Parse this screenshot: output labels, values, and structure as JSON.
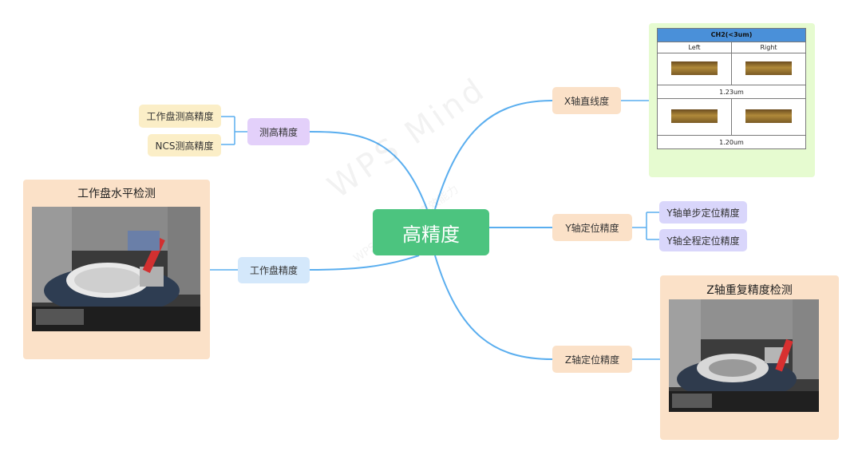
{
  "root": {
    "label": "高精度"
  },
  "branches": {
    "height_precision": {
      "label": "测高精度",
      "children": [
        "工作盘测高精度",
        "NCS测高精度"
      ]
    },
    "disk_precision": {
      "label": "工作盘精度",
      "card_title": "工作盘水平检测"
    },
    "x_straightness": {
      "label": "X轴直线度",
      "table": {
        "header": "CH2(<3um)",
        "columns": [
          "Left",
          "Right"
        ],
        "results": [
          "1.23um",
          "1.20um"
        ]
      }
    },
    "y_positioning": {
      "label": "Y轴定位精度",
      "children": [
        "Y轴单步定位精度",
        "Y轴全程定位精度"
      ]
    },
    "z_positioning": {
      "label": "Z轴定位精度",
      "card_title": "Z轴重复精度检测"
    }
  },
  "watermark": {
    "main": "WPS Mind",
    "sub": "WPS思维导图 · 高效能力"
  },
  "colors": {
    "root": "#4cc47f",
    "connector": "#5aaeef",
    "purple": "#e3d0fa",
    "lavender": "#d9d6fb",
    "peach": "#fbe1c8",
    "cream": "#fbeec7",
    "blue": "#d4e8fb",
    "table_card": "#e6fbd0",
    "table_header": "#4a90d9"
  }
}
